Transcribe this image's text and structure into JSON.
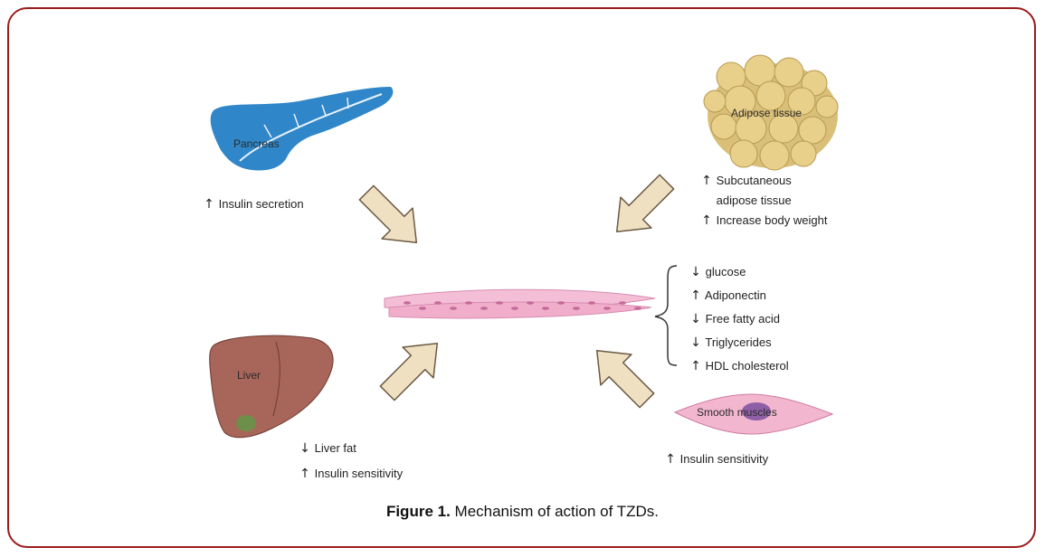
{
  "organs": {
    "pancreas": "Pancreas",
    "adipose": "Adipose tissue",
    "liver": "Liver",
    "smooth": "Smooth muscles"
  },
  "pancreas_effects": [
    {
      "dir": "↑",
      "text": "Insulin secretion"
    }
  ],
  "adipose_effects": [
    {
      "dir": "↑",
      "text": "Subcutaneous"
    },
    {
      "dir": "",
      "text": "adipose tissue"
    },
    {
      "dir": "↑",
      "text": "Increase body weight"
    }
  ],
  "center_effects": [
    {
      "dir": "↓",
      "text": "glucose"
    },
    {
      "dir": "↑",
      "text": "Adiponectin"
    },
    {
      "dir": "↓",
      "text": "Free fatty acid"
    },
    {
      "dir": "↓",
      "text": "Triglycerides"
    },
    {
      "dir": "↑",
      "text": "HDL cholesterol"
    }
  ],
  "liver_effects": [
    {
      "dir": "↓",
      "text": "Liver fat"
    },
    {
      "dir": "↑",
      "text": "Insulin sensitivity"
    }
  ],
  "muscle_effects": [
    {
      "dir": "↑",
      "text": "Insulin sensitivity"
    }
  ],
  "caption": {
    "label": "Figure 1.",
    "text": " Mechanism of action of TZDs."
  },
  "colors": {
    "frame": "#9b1c1c",
    "pancreas": "#2f86c9",
    "adipose": "#e8cf8a",
    "liver": "#a8655a",
    "muscle": "#f2b6cf",
    "arrow_fill": "#efe0c2",
    "arrow_stroke": "#6b5a44"
  }
}
